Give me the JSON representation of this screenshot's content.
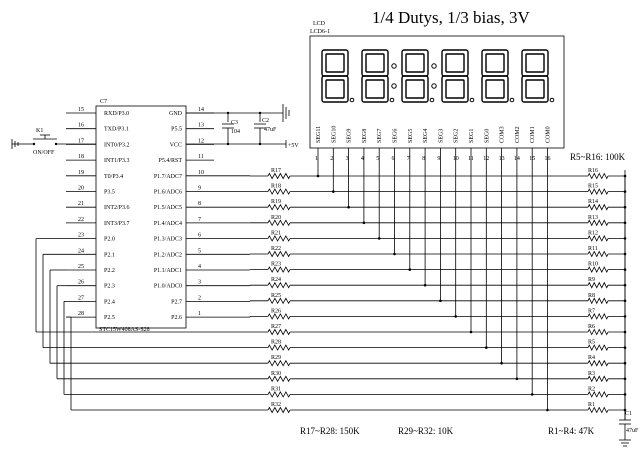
{
  "title": "1/4 Dutys, 1/3 bias, 3V",
  "lcd": {
    "ref": "LCD",
    "part": "LCD6-1",
    "pins": [
      "SEG11",
      "SEG10",
      "SEG9",
      "SEG8",
      "SEG7",
      "SEG6",
      "SEG5",
      "SEG4",
      "SEG3",
      "SEG2",
      "SEG1",
      "SEG0",
      "COM3",
      "COM2",
      "COM1",
      "COM0"
    ],
    "pin_numbers": [
      "1",
      "2",
      "3",
      "4",
      "5",
      "6",
      "7",
      "8",
      "9",
      "10",
      "11",
      "12",
      "13",
      "14",
      "15",
      "16"
    ]
  },
  "mcu": {
    "ref": "C7",
    "part": "STC15W408AS-S28",
    "left_pins": [
      {
        "num": "15",
        "name": "RXD/P3.0"
      },
      {
        "num": "16",
        "name": "TXD/P3.1"
      },
      {
        "num": "17",
        "name": "INT0/P3.2"
      },
      {
        "num": "18",
        "name": "INT1/P3.3"
      },
      {
        "num": "19",
        "name": "T0/P3.4"
      },
      {
        "num": "20",
        "name": "P3.5"
      },
      {
        "num": "21",
        "name": "INT2/P3.6"
      },
      {
        "num": "22",
        "name": "INT3/P3.7"
      },
      {
        "num": "23",
        "name": "P2.0"
      },
      {
        "num": "24",
        "name": "P2.1"
      },
      {
        "num": "25",
        "name": "P2.2"
      },
      {
        "num": "26",
        "name": "P2.3"
      },
      {
        "num": "27",
        "name": "P2.4"
      },
      {
        "num": "28",
        "name": "P2.5"
      }
    ],
    "right_pins": [
      {
        "num": "14",
        "name": "GND"
      },
      {
        "num": "13",
        "name": "P5.5"
      },
      {
        "num": "12",
        "name": "VCC"
      },
      {
        "num": "11",
        "name": "P5.4/RST"
      },
      {
        "num": "10",
        "name": "P1.7/ADC7"
      },
      {
        "num": "9",
        "name": "P1.6/ADC6"
      },
      {
        "num": "8",
        "name": "P1.5/ADC5"
      },
      {
        "num": "7",
        "name": "P1.4/ADC4"
      },
      {
        "num": "6",
        "name": "P1.3/ADC3"
      },
      {
        "num": "5",
        "name": "P1.2/ADC2"
      },
      {
        "num": "4",
        "name": "P1.1/ADC1"
      },
      {
        "num": "3",
        "name": "P1.0/ADC0"
      },
      {
        "num": "2",
        "name": "P2.7"
      },
      {
        "num": "1",
        "name": "P2.6"
      }
    ]
  },
  "switch": {
    "ref": "K1",
    "label": "ON/OFF"
  },
  "caps": {
    "c3": {
      "ref": "C3",
      "value": "104"
    },
    "c2": {
      "ref": "C2",
      "value": "47uF"
    },
    "c1": {
      "ref": "C1",
      "value": "47uF"
    }
  },
  "supply": "+5V",
  "left_resistors": [
    "R17",
    "R18",
    "R19",
    "R20",
    "R21",
    "R22",
    "R23",
    "R24",
    "R25",
    "R26",
    "R27",
    "R28",
    "R29",
    "R30",
    "R31",
    "R32"
  ],
  "right_resistors": [
    "R16",
    "R15",
    "R14",
    "R13",
    "R12",
    "R11",
    "R10",
    "R9",
    "R8",
    "R7",
    "R6",
    "R5",
    "R4",
    "R3",
    "R2",
    "R1"
  ],
  "notes": {
    "r5_r16": "R5~R16: 100K",
    "r17_r28": "R17~R28: 150K",
    "r29_r32": "R29~R32: 10K",
    "r1_r4": "R1~R4: 47K"
  },
  "colors": {
    "ink": "#000000",
    "background": "#ffffff"
  }
}
